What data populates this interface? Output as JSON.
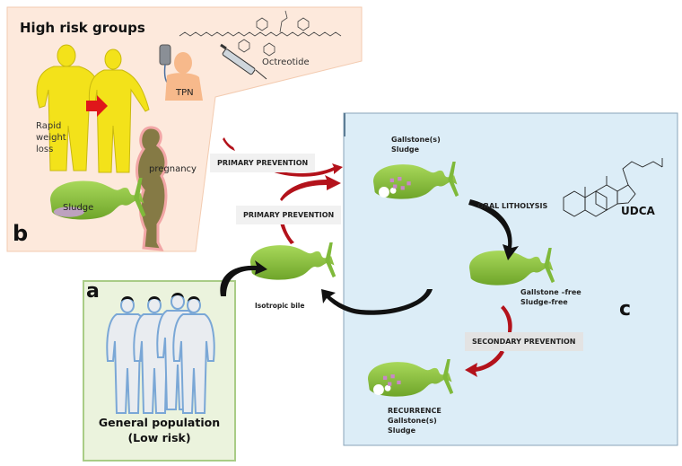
{
  "colors": {
    "panel_b_fill": "#fde9dc",
    "panel_b_border": "#f3cbb0",
    "panel_a_fill": "#ebf3dd",
    "panel_a_border": "#a9cc86",
    "panel_c_fill": "#dcedf7",
    "panel_c_border": "#6f8ea6",
    "gallbladder": "#8cc63f",
    "prevention_arrow": "#b3121b",
    "cycle_arrow": "#111111",
    "figure_yellow": "#f3e21a",
    "pregnancy_figure": "#857a45",
    "weight_arrow": "#e0161a"
  },
  "panel_b": {
    "letter": "b",
    "title": "High risk groups",
    "rapid_weight_loss": [
      "Rapid",
      "weight",
      "loss"
    ],
    "tpn": "TPN",
    "octreotide": "Octreotide",
    "pregnancy": "pregnancy",
    "sludge": "Sludge"
  },
  "panel_a": {
    "letter": "a",
    "title_line1": "General population",
    "title_line2": "(Low risk)"
  },
  "center": {
    "isotropic_bile": "Isotropic bile",
    "primary_prevention_1": "PRIMARY  PREVENTION",
    "primary_prevention_2": "PRIMARY  PREVENTION"
  },
  "panel_c": {
    "letter": "c",
    "gallstone_top": [
      "Gallstone(s)",
      "Sludge"
    ],
    "oral_litholysis": "ORAL LITHOLYSIS",
    "udca": "UDCA",
    "gallstone_free": [
      "Gallstone –free",
      "Sludge-free"
    ],
    "secondary_prevention": "SECONDARY PREVENTION",
    "recurrence": [
      "RECURRENCE",
      "Gallstone(s)",
      "Sludge"
    ]
  }
}
